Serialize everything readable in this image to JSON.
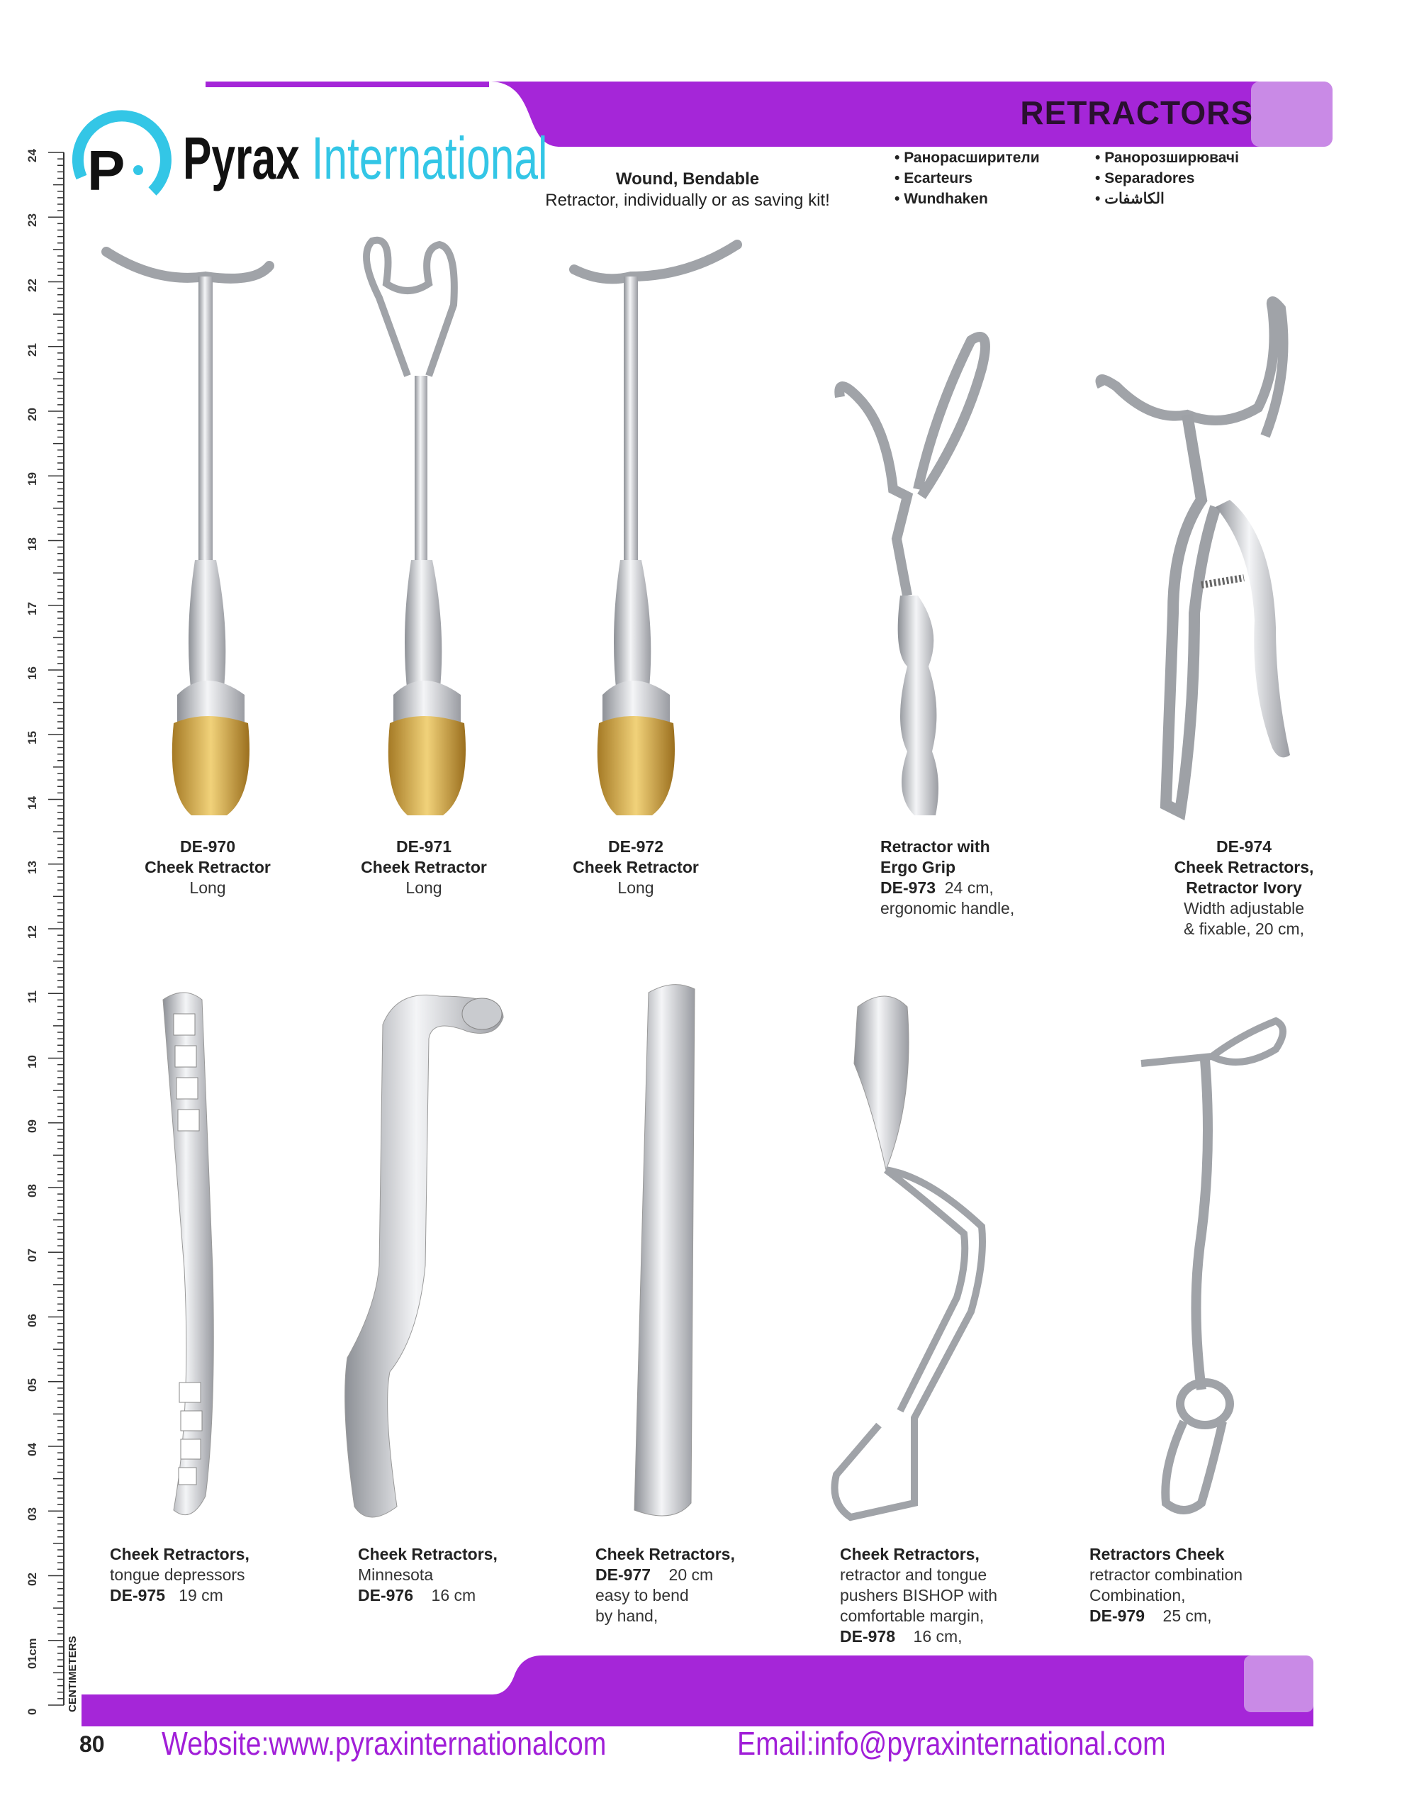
{
  "header": {
    "title": "RETRACTORS",
    "brand_part1": "Pyrax",
    "brand_part2": "International",
    "logo_letter": "P",
    "subtitle_bold": "Wound, Bendable",
    "subtitle": "Retractor, individually or as saving kit!",
    "languages_col1": [
      "Ранорасширители",
      "Ecarteurs",
      "Wundhaken"
    ],
    "languages_col2": [
      "Ранорозширювачі",
      "Separadores",
      "الكاشفات"
    ]
  },
  "ruler": {
    "label": "CENTIMETERS",
    "ticks": [
      "0",
      "01cm",
      "02",
      "03",
      "04",
      "05",
      "06",
      "07",
      "08",
      "09",
      "10",
      "11",
      "12",
      "13",
      "14",
      "15",
      "16",
      "17",
      "18",
      "19",
      "20",
      "21",
      "22",
      "23",
      "24"
    ]
  },
  "products_row1": [
    {
      "code": "DE-970",
      "name": "Cheek Retractor",
      "desc": "Long"
    },
    {
      "code": "DE-971",
      "name": "Cheek Retractor",
      "desc": "Long"
    },
    {
      "code": "DE-972",
      "name": "Cheek Retractor",
      "desc": "Long"
    },
    {
      "name": "Retractor with",
      "name2": "Ergo Grip",
      "code": "DE-973",
      "size": "24 cm,",
      "desc": "ergonomic handle,"
    },
    {
      "code": "DE-974",
      "name": "Cheek Retractors,",
      "name2": "Retractor Ivory",
      "desc": "Width adjustable",
      "desc2": "& fixable, 20 cm,"
    }
  ],
  "products_row2": [
    {
      "name": "Cheek Retractors,",
      "desc": "tongue depressors",
      "code": "DE-975",
      "size": "19 cm"
    },
    {
      "name": "Cheek Retractors,",
      "desc": "Minnesota",
      "code": "DE-976",
      "size": "16 cm"
    },
    {
      "name": "Cheek Retractors,",
      "code": "DE-977",
      "size": "20 cm",
      "desc": "easy to bend",
      "desc2": "by hand,"
    },
    {
      "name": "Cheek Retractors,",
      "desc": "retractor and tongue",
      "desc2": "pushers BISHOP with",
      "desc3": "comfortable margin,",
      "code": "DE-978",
      "size": "16 cm,"
    },
    {
      "name": "Retractors Cheek",
      "desc": "retractor combination",
      "desc2": "Combination,",
      "code": "DE-979",
      "size": "25 cm,"
    }
  ],
  "footer": {
    "page": "80",
    "website": "Website:www.pyraxinternationalcom",
    "email": "Email:info@pyraxinternational.com"
  },
  "colors": {
    "accent": "#a526d8",
    "accent_light": "#c98ae6",
    "logo_blue": "#33c6e6"
  }
}
